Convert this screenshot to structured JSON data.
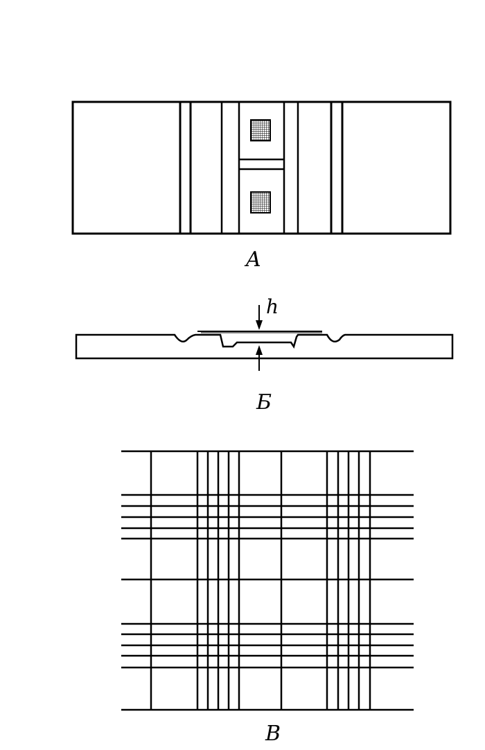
{
  "labels": {
    "a": "A",
    "b": "Б",
    "v": "В",
    "h": "h"
  },
  "colors": {
    "ink": "#000000",
    "paper": "#ffffff"
  }
}
